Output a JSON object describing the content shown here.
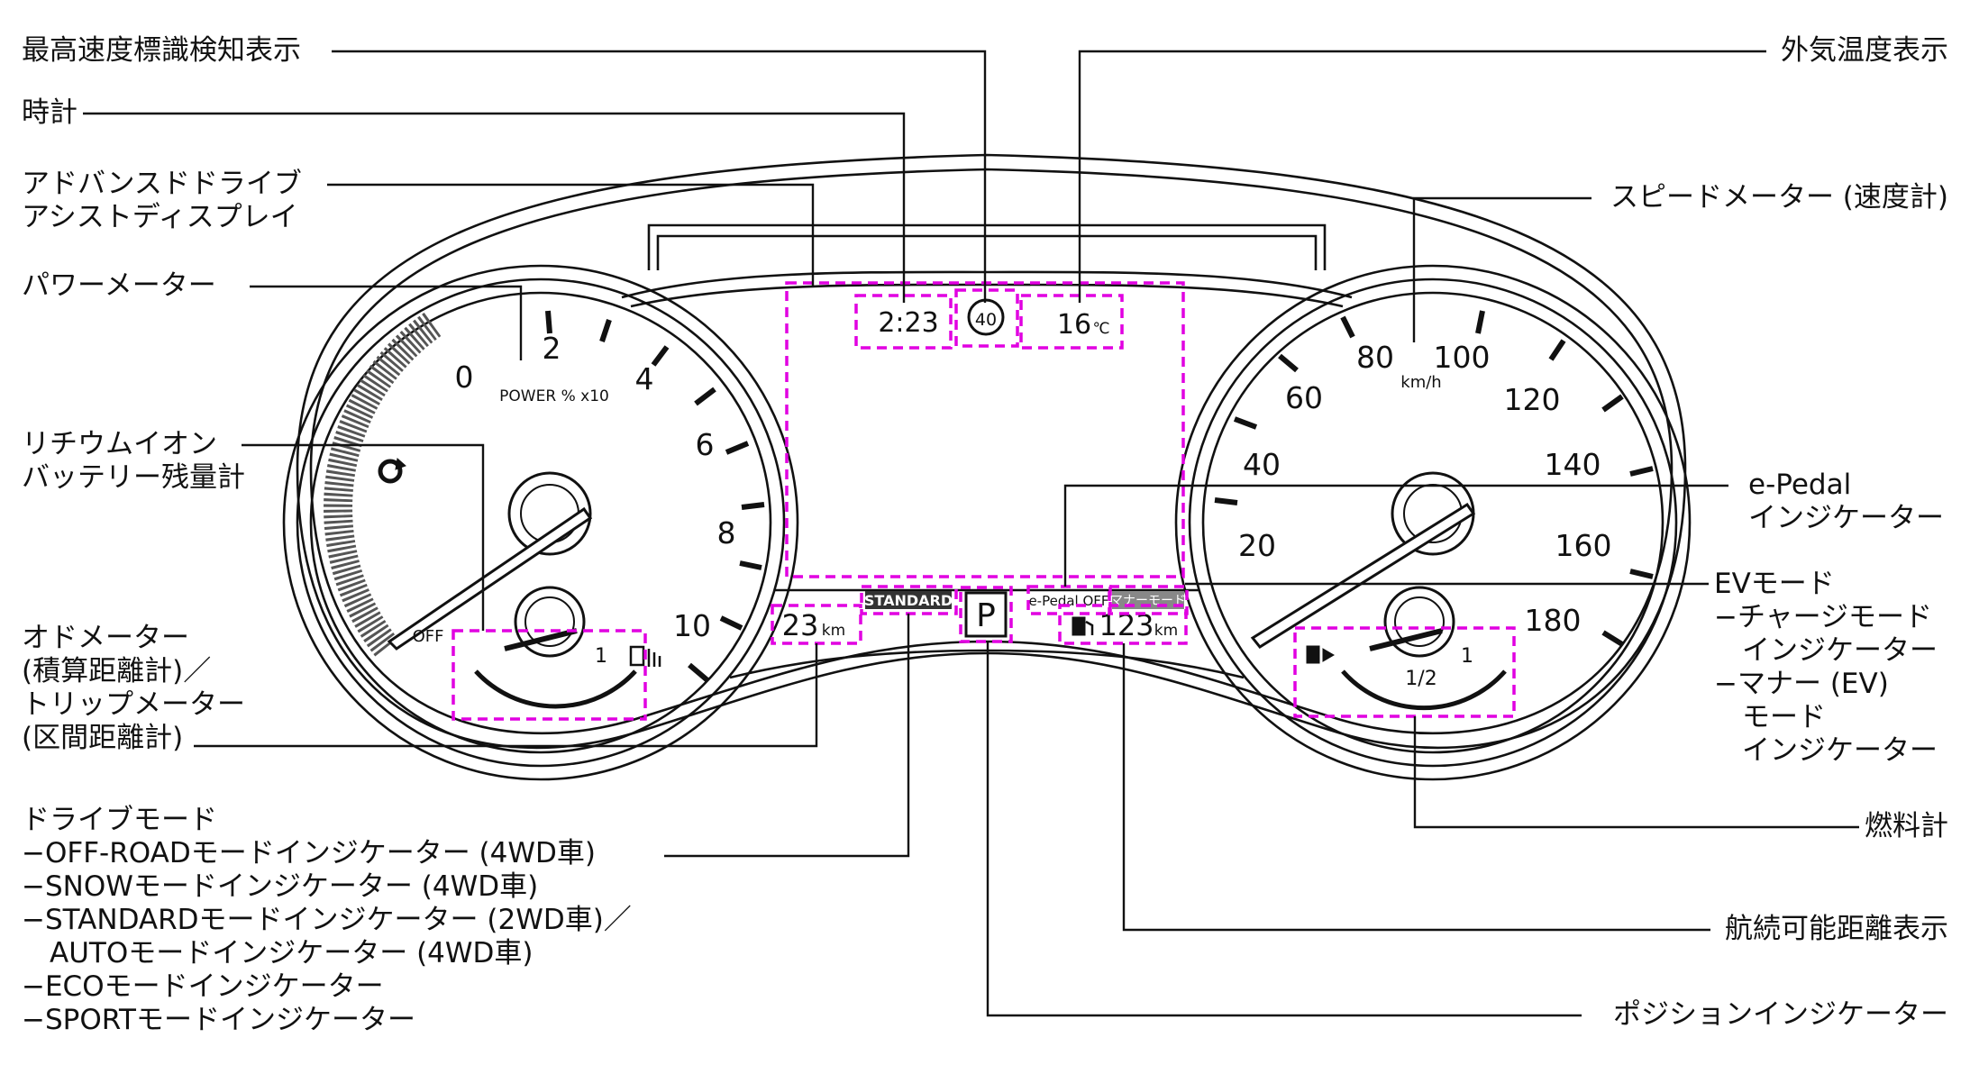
{
  "labels": {
    "max_speed_sign": "最高速度標識検知表示",
    "clock": "時計",
    "adas_display": "アドバンスドドライブ\nアシストディスプレイ",
    "power_meter": "パワーメーター",
    "battery_meter": "リチウムイオン\nバッテリー残量計",
    "odo_trip": "オドメーター\n(積算距離計)／\nトリップメーター\n(区間距離計)",
    "drive_mode": "ドライブモード\n−OFF-ROADモードインジケーター (4WD車)\n−SNOWモードインジケーター (4WD車)\n−STANDARDモードインジケーター (2WD車)／\n　AUTOモードインジケーター (4WD車)\n−ECOモードインジケーター\n−SPORTモードインジケーター",
    "outside_temp": "外気温度表示",
    "speedometer": "スピードメーター (速度計)",
    "epedal": "e-Pedal\nインジケーター",
    "ev_mode": "EVモード\n−チャージモード\n　インジケーター\n−マナー (EV)\n　モード\n　インジケーター",
    "fuel_gauge": "燃料計",
    "range_display": "航続可能距離表示",
    "position_indicator": "ポジションインジケーター"
  },
  "display": {
    "clock": "2:23",
    "speed_limit": "40",
    "temperature": "16",
    "temperature_unit": "℃",
    "trip": "23",
    "trip_unit": "km",
    "drive_mode": "STANDARD",
    "gear": "P",
    "epedal": "e-Pedal OFF",
    "manner_mode": "マナーモード",
    "range": "123",
    "range_unit": "km"
  },
  "power_gauge": {
    "ticks": [
      "0",
      "2",
      "4",
      "6",
      "8",
      "10"
    ],
    "caption": "POWER % x10",
    "off_label": "OFF",
    "battery_full_mark": "1"
  },
  "speed_gauge": {
    "ticks": [
      "20",
      "40",
      "60",
      "80",
      "100",
      "120",
      "140",
      "160",
      "180"
    ],
    "unit": "km/h",
    "fuel_marks": [
      "1/2",
      "1"
    ]
  },
  "colors": {
    "highlight_box": "#e100e1",
    "line": "#111111"
  }
}
